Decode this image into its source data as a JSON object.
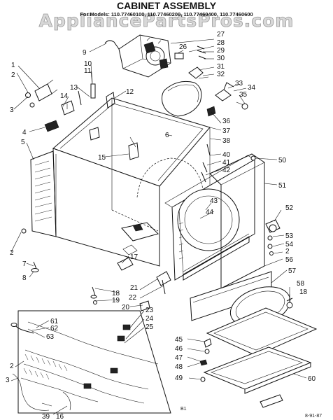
{
  "watermark": "AppliancePartsPros.com",
  "title": "CABINET ASSEMBLY",
  "models_line": "For Models: 110.77460100, 110.77460200, 110.77460400, 110.77460600",
  "footer_left": "B1",
  "footer_right": "8-91-87",
  "callouts": [
    "1",
    "2",
    "3",
    "4",
    "5",
    "6",
    "7",
    "8",
    "9",
    "10",
    "11",
    "12",
    "13",
    "14",
    "15",
    "16",
    "17",
    "18",
    "19",
    "20",
    "21",
    "22",
    "23",
    "24",
    "25",
    "26",
    "27",
    "28",
    "29",
    "30",
    "31",
    "32",
    "33",
    "34",
    "35",
    "36",
    "37",
    "38",
    "39",
    "40",
    "41",
    "42",
    "43",
    "44",
    "45",
    "46",
    "47",
    "48",
    "49",
    "50",
    "51",
    "52",
    "53",
    "54",
    "56",
    "57",
    "58",
    "60",
    "61",
    "62",
    "63"
  ]
}
